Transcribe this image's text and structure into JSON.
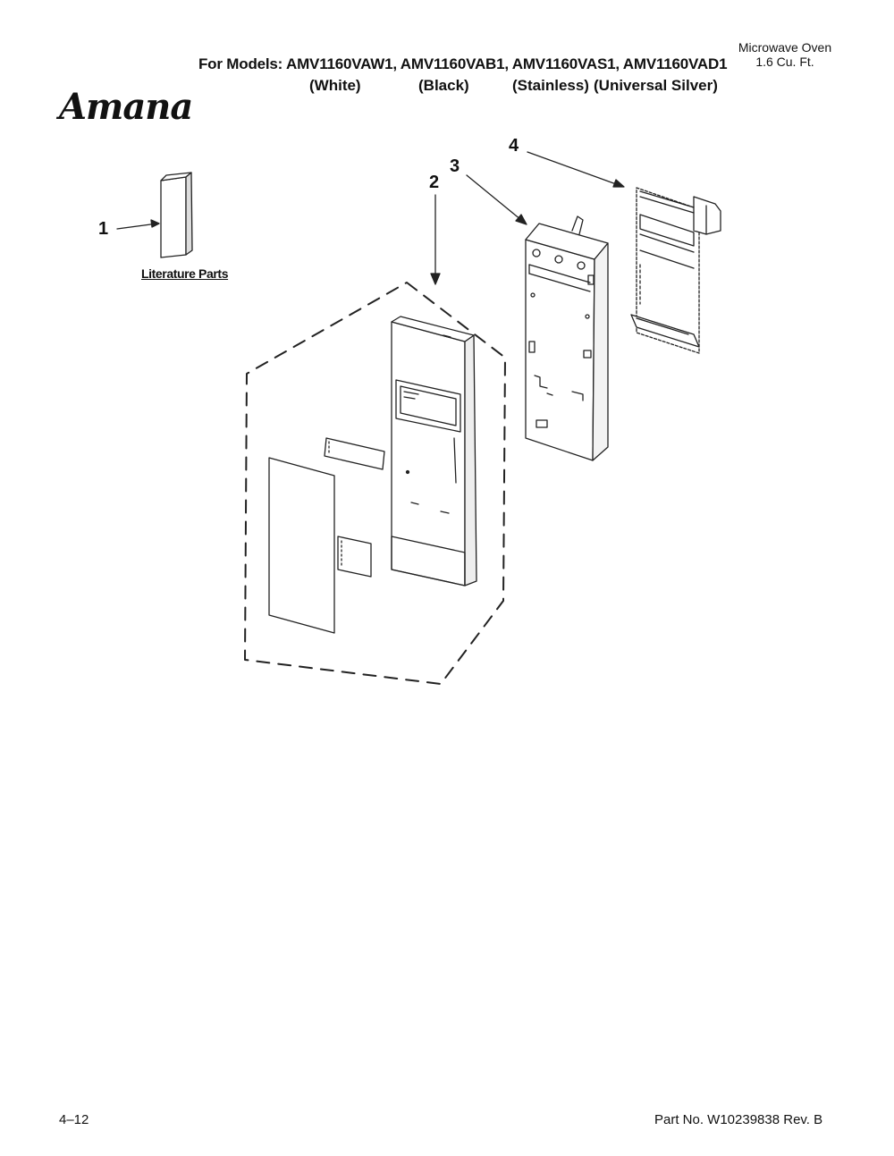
{
  "header": {
    "models_line": "For Models: AMV1160VAW1, AMV1160VAB1, AMV1160VAS1, AMV1160VAD1",
    "colors": [
      "(White)",
      "(Black)",
      "(Stainless)",
      "(Universal Silver)"
    ],
    "product_line1": "Microwave Oven",
    "product_line2": "1.6 Cu. Ft.",
    "brand": "Amana"
  },
  "diagram": {
    "callouts": [
      "1",
      "2",
      "3",
      "4"
    ],
    "literature_label": "Literature Parts"
  },
  "footer": {
    "page_number": "4–12",
    "part_number": "Part No. W10239838 Rev. B"
  }
}
